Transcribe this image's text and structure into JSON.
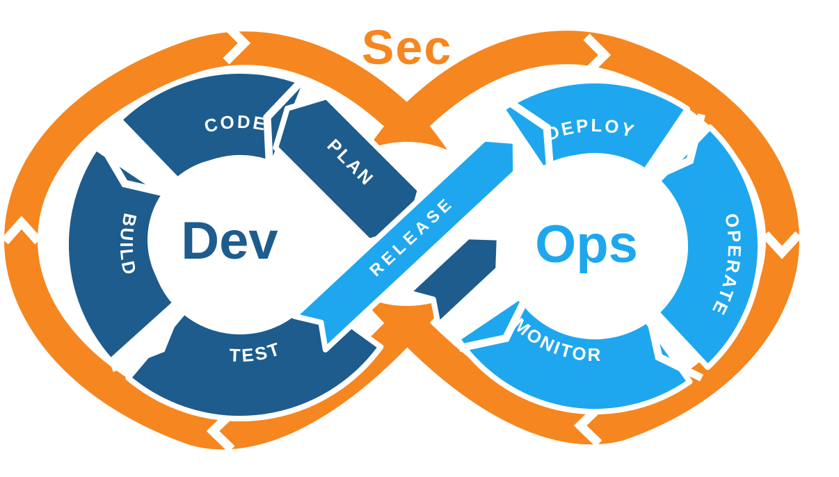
{
  "diagram": {
    "security_label": "Sec",
    "release_label": "RELEASE",
    "dev": {
      "label": "Dev",
      "stages": [
        {
          "label": "PLAN"
        },
        {
          "label": "CODE"
        },
        {
          "label": "BUILD"
        },
        {
          "label": "TEST"
        }
      ]
    },
    "ops": {
      "label": "Ops",
      "stages": [
        {
          "label": "DEPLOY"
        },
        {
          "label": "OPERATE"
        },
        {
          "label": "MONITOR"
        }
      ]
    },
    "colors": {
      "orange": "#F6861F",
      "dev_blue": "#1D5C8D",
      "ops_blue": "#1EA7EE",
      "label_white": "#FFFFFF"
    }
  }
}
